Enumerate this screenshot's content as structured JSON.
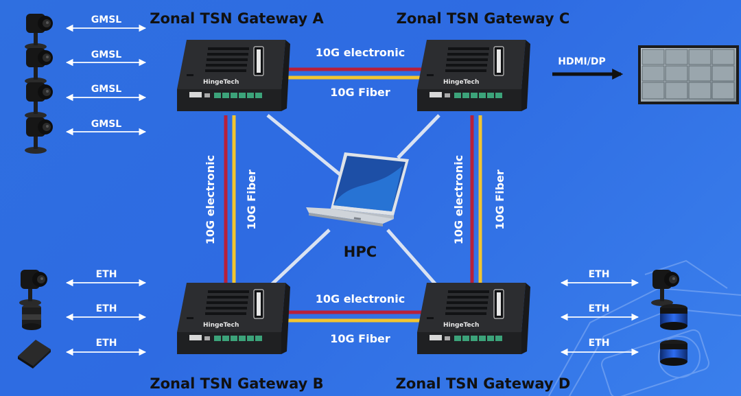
{
  "gateways": {
    "a": {
      "title": "Zonal TSN Gateway A",
      "brand": "HingeTech"
    },
    "b": {
      "title": "Zonal TSN Gateway B",
      "brand": "HingeTech"
    },
    "c": {
      "title": "Zonal TSN Gateway C",
      "brand": "HingeTech"
    },
    "d": {
      "title": "Zonal TSN Gateway D",
      "brand": "HingeTech"
    }
  },
  "links": {
    "top_electronic": "10G electronic",
    "top_fiber": "10G Fiber",
    "bottom_electronic": "10G electronic",
    "bottom_fiber": "10G Fiber",
    "left_electronic": "10G electronic",
    "left_fiber": "10G Fiber",
    "right_electronic": "10G electronic",
    "right_fiber": "10G Fiber"
  },
  "hpc": {
    "label": "HPC"
  },
  "display": {
    "label": "HDMI/DP"
  },
  "left_top_links": [
    "GMSL",
    "GMSL",
    "GMSL",
    "GMSL"
  ],
  "left_bottom_links": [
    "ETH",
    "ETH",
    "ETH"
  ],
  "right_bottom_links": [
    "ETH",
    "ETH",
    "ETH"
  ],
  "colors": {
    "background": "#2f6fe0",
    "electronic_cable": "#b8203a",
    "fiber_cable": "#f2c530",
    "hpc_link": "#d9e2f2",
    "device_body": "#2c2d30"
  },
  "icons": {
    "camera": "camera-icon",
    "lidar": "lidar-icon",
    "radar": "radar-icon",
    "laptop": "laptop-icon",
    "monitor": "monitor-icon"
  }
}
